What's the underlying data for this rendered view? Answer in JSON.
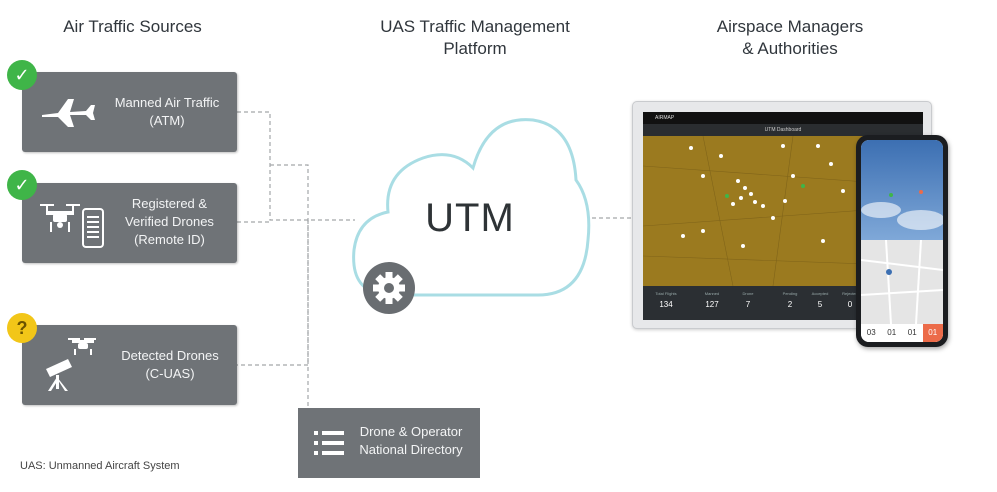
{
  "headings": {
    "sources": "Air Traffic Sources",
    "platform": "UAS Traffic Management\nPlatform",
    "managers": "Airspace Managers\n& Authorities"
  },
  "sources": {
    "manned": {
      "label": "Manned Air Traffic\n(ATM)",
      "badge": "✓",
      "icon": "airplane-icon"
    },
    "registered": {
      "label": "Registered &\nVerified Drones\n(Remote ID)",
      "badge": "✓",
      "icon": "drone-icon"
    },
    "detected": {
      "label": "Detected Drones\n(C-UAS)",
      "badge": "?",
      "icon": "radar-telescope-icon"
    }
  },
  "cloud": {
    "label": "UTM",
    "icon": "gear-icon"
  },
  "directory": {
    "label": "Drone & Operator\nNational Directory",
    "icon": "list-icon"
  },
  "footnote": "UAS: Unmanned Aircraft System",
  "tablet": {
    "brand": "AIRMAP",
    "title": "UTM Dashboard",
    "stats": [
      {
        "label": "Total Flights",
        "value": "134"
      },
      {
        "label": "Manned",
        "value": "127"
      },
      {
        "label": "Drone",
        "value": "7"
      },
      {
        "label": "Pending",
        "value": "2"
      },
      {
        "label": "Accepted",
        "value": "5"
      },
      {
        "label": "Rejected",
        "value": "0"
      }
    ]
  },
  "phone": {
    "bar": [
      "03",
      "01",
      "01",
      "01"
    ]
  },
  "colors": {
    "box": "#6f7377",
    "badge_ok": "#3fb548",
    "badge_unknown": "#f2c618",
    "cloud_stroke": "#a9dde4",
    "map": "#9b7a1f",
    "alert": "#ec6b49"
  }
}
